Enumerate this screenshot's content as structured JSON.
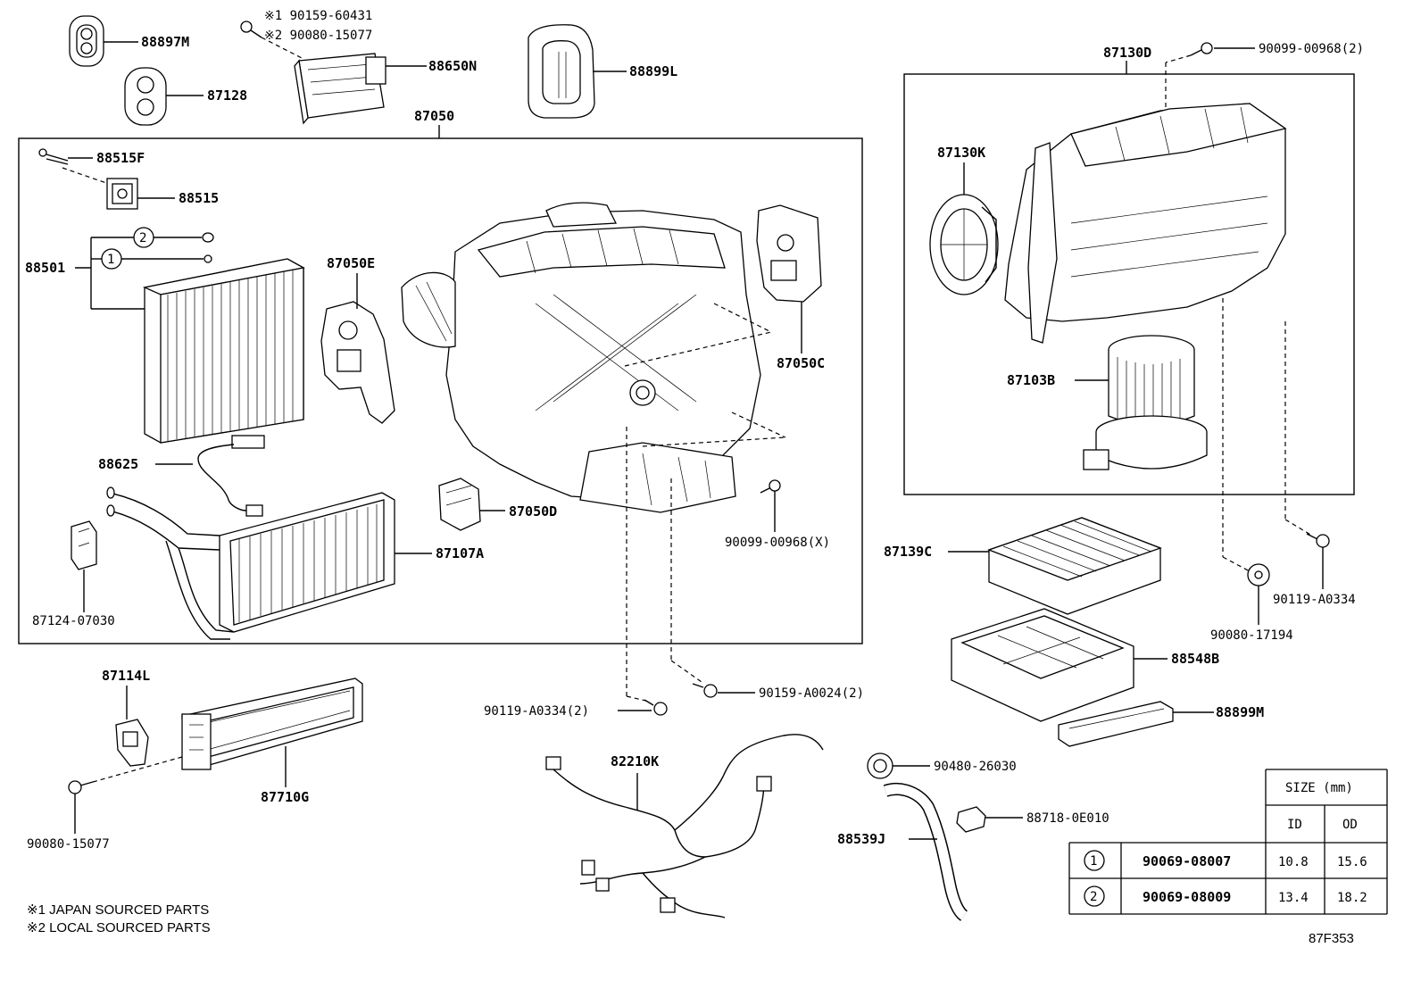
{
  "diagram_code": "87F353",
  "notes": {
    "note1": "※1 JAPAN SOURCED PARTS",
    "note2": "※2 LOCAL SOURCED PARTS"
  },
  "parts": {
    "p88897M": "88897M",
    "p87128": "87128",
    "p90159_60431": "※1 90159-60431",
    "p90080_15077_top": "※2 90080-15077",
    "p88650N": "88650N",
    "p88899L": "88899L",
    "p87050": "87050",
    "p88515F": "88515F",
    "p88515": "88515",
    "p88501": "88501",
    "p87050E": "87050E",
    "p87050C": "87050C",
    "p88625": "88625",
    "p87050D": "87050D",
    "p87107A": "87107A",
    "p90099_00968X": "90099-00968(X)",
    "p87124_07030": "87124-07030",
    "p87130D": "87130D",
    "p90099_00968_2": "90099-00968(2)",
    "p87130K": "87130K",
    "p87103B": "87103B",
    "p87139C": "87139C",
    "p90119_A0334_r": "90119-A0334",
    "p90080_17194": "90080-17194",
    "p88548B": "88548B",
    "p88899M": "88899M",
    "p87114L": "87114L",
    "p87710G": "87710G",
    "p90080_15077": "90080-15077",
    "p90119_A0334_2": "90119-A0334(2)",
    "p90159_A0024_2": "90159-A0024(2)",
    "p82210K": "82210K",
    "p90480_26030": "90480-26030",
    "p88718_0E010": "88718-0E010",
    "p88539J": "88539J"
  },
  "callouts": {
    "c1": "1",
    "c2": "2"
  },
  "size_table": {
    "header": "SIZE (mm)",
    "col_id": "ID",
    "col_od": "OD",
    "rows": [
      {
        "ref": "1",
        "part": "90069-08007",
        "id": "10.8",
        "od": "15.6"
      },
      {
        "ref": "2",
        "part": "90069-08009",
        "id": "13.4",
        "od": "18.2"
      }
    ]
  }
}
